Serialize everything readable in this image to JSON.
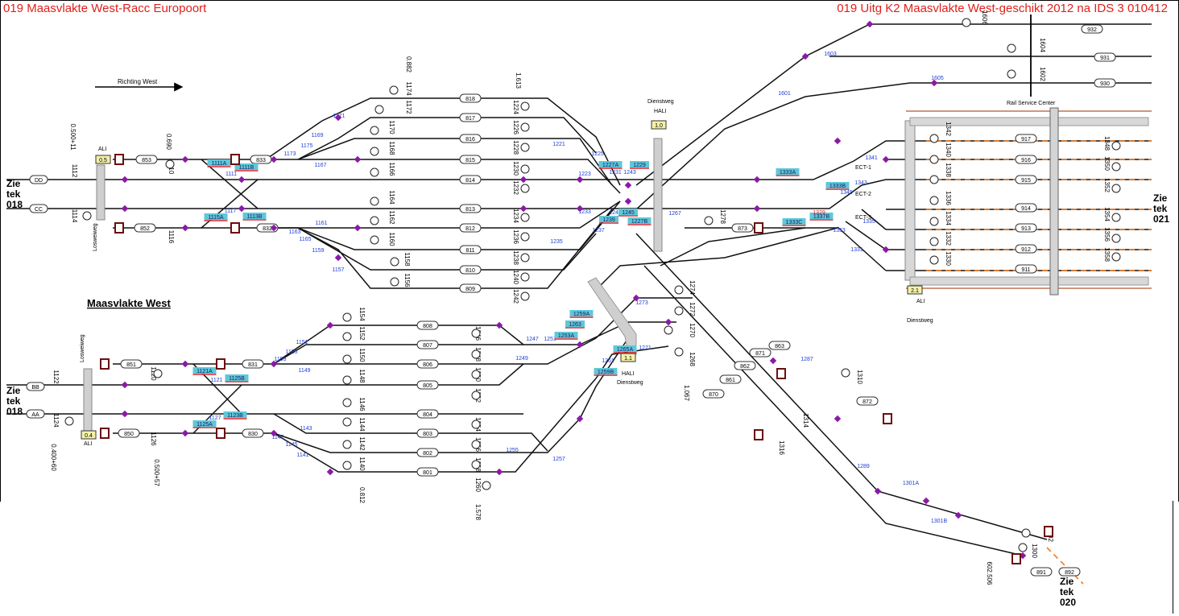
{
  "header": {
    "left_title": "019 Maasvlakte West-Racc Europoort",
    "right_title": "019 Uitg K2 Maasvlakte West-geschikt 2012 na IDS 3 010412"
  },
  "labels": {
    "direction": "Richting West",
    "area_name": "Maasvlakte West",
    "ziet_018_top": [
      "Zie",
      "tek",
      "018"
    ],
    "ziet_018_bottom": [
      "Zie",
      "tek",
      "018"
    ],
    "ziet_021": [
      "Zie",
      "tek",
      "021"
    ],
    "ziet_020": [
      "Zie",
      "tek",
      "020"
    ],
    "rail_service_center": "Rail Service Center",
    "dienstweg_top": "Dienstweg",
    "hali_top": "HALI",
    "hali_bottom": "HALI",
    "dienstweg_bottom": "Dienstweg",
    "ali_top": "ALI",
    "ali_bottom": "ALI",
    "ali_right": "ALI",
    "dienstweg_right": "Dienstweg",
    "losweg_top": "Losweiweg",
    "losweg_bottom": "Losweiweg",
    "ect1": "ECT-1",
    "ect2": "ECT-2",
    "ect3": "ECT-3"
  },
  "entry_tracks": [
    "DD",
    "CC",
    "BB",
    "AA"
  ],
  "km_posts": [
    "0.500+11",
    "0.690",
    "0.882",
    "1.613",
    "0.400+60",
    "0.500+57",
    "0.812",
    "1.578",
    "1.067",
    "602.506"
  ],
  "signal_boxes": [
    "0.5",
    "0.4",
    "1.0",
    "1.1",
    "2.1"
  ],
  "upper_yard_tracks": [
    "818",
    "817",
    "816",
    "815",
    "814",
    "813",
    "812",
    "811",
    "810",
    "809"
  ],
  "upper_yard_entry": [
    "853",
    "833",
    "832",
    "852"
  ],
  "lower_yard_tracks": [
    "808",
    "807",
    "806",
    "805",
    "804",
    "803",
    "802",
    "801"
  ],
  "lower_yard_entry": [
    "851",
    "831",
    "830",
    "850"
  ],
  "rsc_tracks": [
    "917",
    "916",
    "915",
    "914",
    "913",
    "912",
    "911"
  ],
  "top_right_tracks": [
    "932",
    "931",
    "930"
  ],
  "misc_tracks": [
    "873",
    "871",
    "863",
    "862",
    "861",
    "870",
    "872",
    "891",
    "892"
  ],
  "switches_blue": [
    "1111",
    "1117",
    "1167",
    "1169",
    "1171",
    "1173",
    "1175",
    "1161",
    "1163",
    "1165",
    "1159",
    "1157",
    "1221",
    "1225",
    "1223",
    "1231",
    "1243",
    "1233",
    "1241",
    "1237",
    "1235",
    "1267",
    "1601",
    "1603",
    "1605",
    "1341",
    "1343",
    "1345",
    "1335",
    "1333",
    "1331",
    "1151",
    "1155",
    "1153",
    "1149",
    "1121",
    "1127",
    "1143",
    "1147",
    "1145",
    "1141",
    "1247",
    "1251",
    "1249",
    "1255",
    "1257",
    "1261",
    "1271",
    "1273",
    "1287",
    "1289",
    "1301A",
    "1301B"
  ],
  "signals_highlight": [
    "1111A",
    "1111B",
    "1115A",
    "1113B",
    "1227A",
    "1229",
    "1239",
    "1245",
    "1227B",
    "1333A",
    "1333B",
    "1333C",
    "1337B",
    "1121A",
    "1125B",
    "1123B",
    "1125A",
    "1259A",
    "1263",
    "1253A",
    "1265A",
    "1259B"
  ],
  "signals_red": [
    "1329"
  ],
  "vertical_labels": [
    "1112",
    "1114",
    "1110",
    "1116",
    "1174",
    "1172",
    "1170",
    "1168",
    "1166",
    "1164",
    "1162",
    "1160",
    "1158",
    "1156",
    "1224",
    "1226",
    "1228",
    "1230",
    "1232",
    "1234",
    "1236",
    "1238",
    "1240",
    "1242",
    "1278",
    "1342",
    "1340",
    "1338",
    "1336",
    "1334",
    "1332",
    "1330",
    "1348",
    "1350",
    "1352",
    "1354",
    "1356",
    "1358",
    "1604",
    "1602",
    "1606",
    "1154",
    "1152",
    "1150",
    "1148",
    "1146",
    "1144",
    "1142",
    "1140",
    "1246",
    "1248",
    "1250",
    "1252",
    "1254",
    "1256",
    "1258",
    "1260",
    "1274",
    "1272",
    "1270",
    "1268",
    "1122",
    "1124",
    "1120",
    "1126",
    "1310",
    "1314",
    "1316",
    "1300",
    "1302"
  ],
  "colors": {
    "track": "#1a1a1a",
    "switch": "#8a1aa6",
    "blue_label": "#1f3fd6",
    "red_title": "#e0201b",
    "orange_dash": "#f07a1e",
    "highlight": "#5ec8d8",
    "signal_box": "#f4f0a8"
  }
}
